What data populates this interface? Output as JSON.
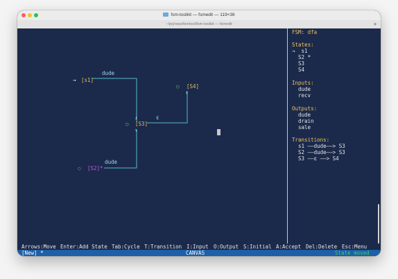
{
  "window": {
    "title": "fsm-toolkit — fsmedit — 119×36",
    "path_title": "~/prj/repo/fsmtool/fsm-toolkit — fsmedit"
  },
  "canvas": {
    "initial_marker": "→",
    "states": [
      {
        "label": "[s1]",
        "kind": "initial"
      },
      {
        "label": "[S4]",
        "kind": "normal"
      },
      {
        "label": "[S3]",
        "kind": "normal"
      },
      {
        "label": "[S2]*",
        "kind": "accepting"
      }
    ],
    "state_circle": "○",
    "arrow_up": "↑",
    "arrow_down": "↓",
    "edge_labels": [
      {
        "text": "dude"
      },
      {
        "text": "ε"
      },
      {
        "text": "dude"
      }
    ]
  },
  "panel": {
    "fsm_line": "FSM: dfa",
    "states_header": "States:",
    "states": [
      "→  s1",
      "  S2 *",
      "  S3",
      "  S4"
    ],
    "inputs_header": "Inputs:",
    "inputs": [
      "dude",
      "recv"
    ],
    "outputs_header": "Outputs:",
    "outputs": [
      "dude",
      "drain",
      "sale"
    ],
    "transitions_header": "Transitions:",
    "transitions": [
      "s1 ——dude——> S3",
      "S2 ——dude——> S3",
      "S3 ——ε ——> S4"
    ]
  },
  "keybar": [
    "Arrows:Move",
    "Enter:Add State",
    "Tab:Cycle",
    "T:Transition",
    "I:Input",
    "O:Output",
    "S:Initial",
    "A:Accept",
    "Del:Delete",
    "Esc:Menu"
  ],
  "status": {
    "file": "[New] *",
    "mode": "CANVAS",
    "message": "State moved"
  },
  "colors": {
    "terminal_bg": "#1b2a4b",
    "edge_line": "#58b8c8",
    "state_label": "#e0c15a",
    "accept_state": "#c45bd6",
    "header": "#f0c060",
    "status_bar": "#1d5fa8",
    "status_message": "#3ccf6a"
  }
}
